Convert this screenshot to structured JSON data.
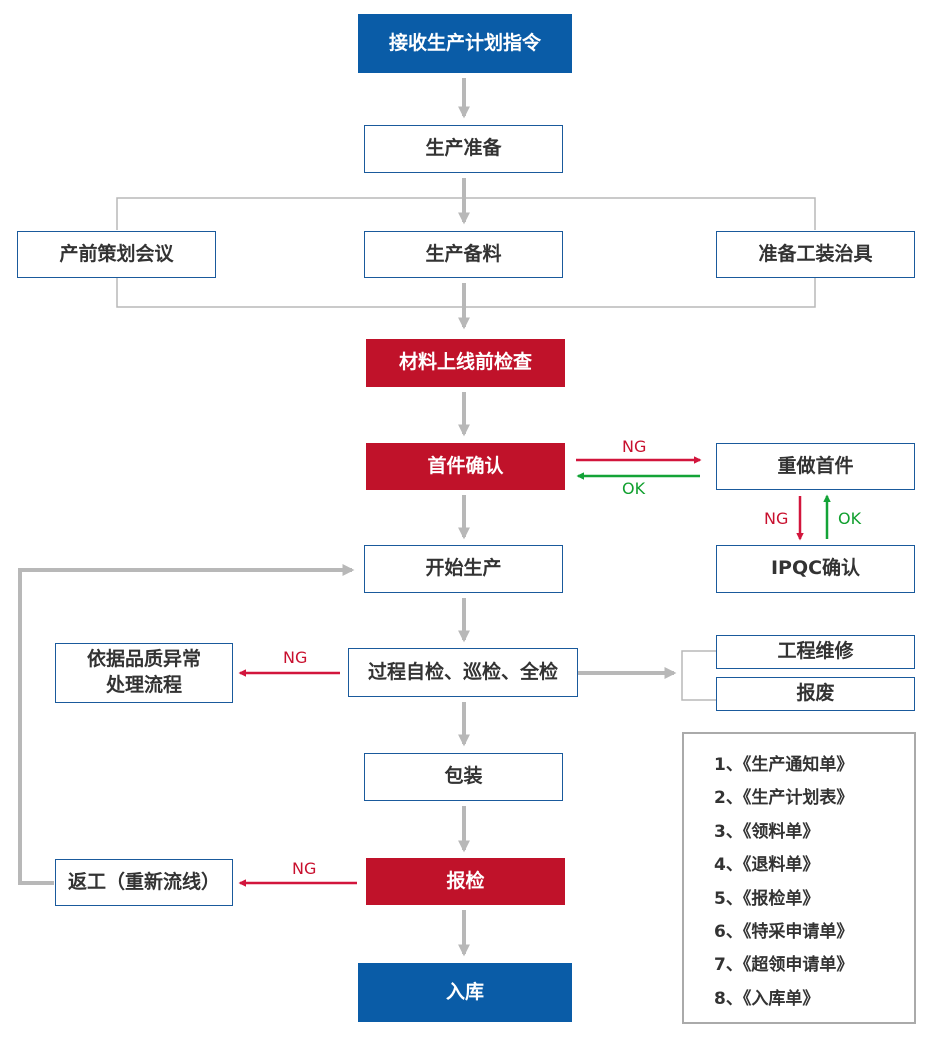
{
  "nodes": {
    "receive_plan": "接收生产计划指令",
    "prep": "生产准备",
    "meeting": "产前策划会议",
    "materials": "生产备料",
    "fixtures": "准备工装治具",
    "material_check": "材料上线前检查",
    "first_article": "首件确认",
    "redo_first": "重做首件",
    "ipqc": "IPQC确认",
    "start_prod": "开始生产",
    "process_check": "过程自检、巡检、全检",
    "abnormal": "依据品质异常处理流程",
    "eng_repair": "工程维修",
    "scrap": "报废",
    "packing": "包装",
    "inspect": "报检",
    "rework": "返工（重新流线）",
    "warehouse": "入库"
  },
  "labels": {
    "ng": "NG",
    "ok": "OK"
  },
  "documents": [
    "1、《生产通知单》",
    "2、《生产计划表》",
    "3、《领料单》",
    "4、《退料单》",
    "5、《报检单》",
    "6、《特采申请单》",
    "7、《超领申请单》",
    "8、《入库单》"
  ],
  "colors": {
    "blue": "#0a5ca7",
    "red": "#c0122a",
    "ng_arrow": "#d2153c",
    "ok_arrow": "#13a337",
    "connector": "#b8b8b8"
  }
}
